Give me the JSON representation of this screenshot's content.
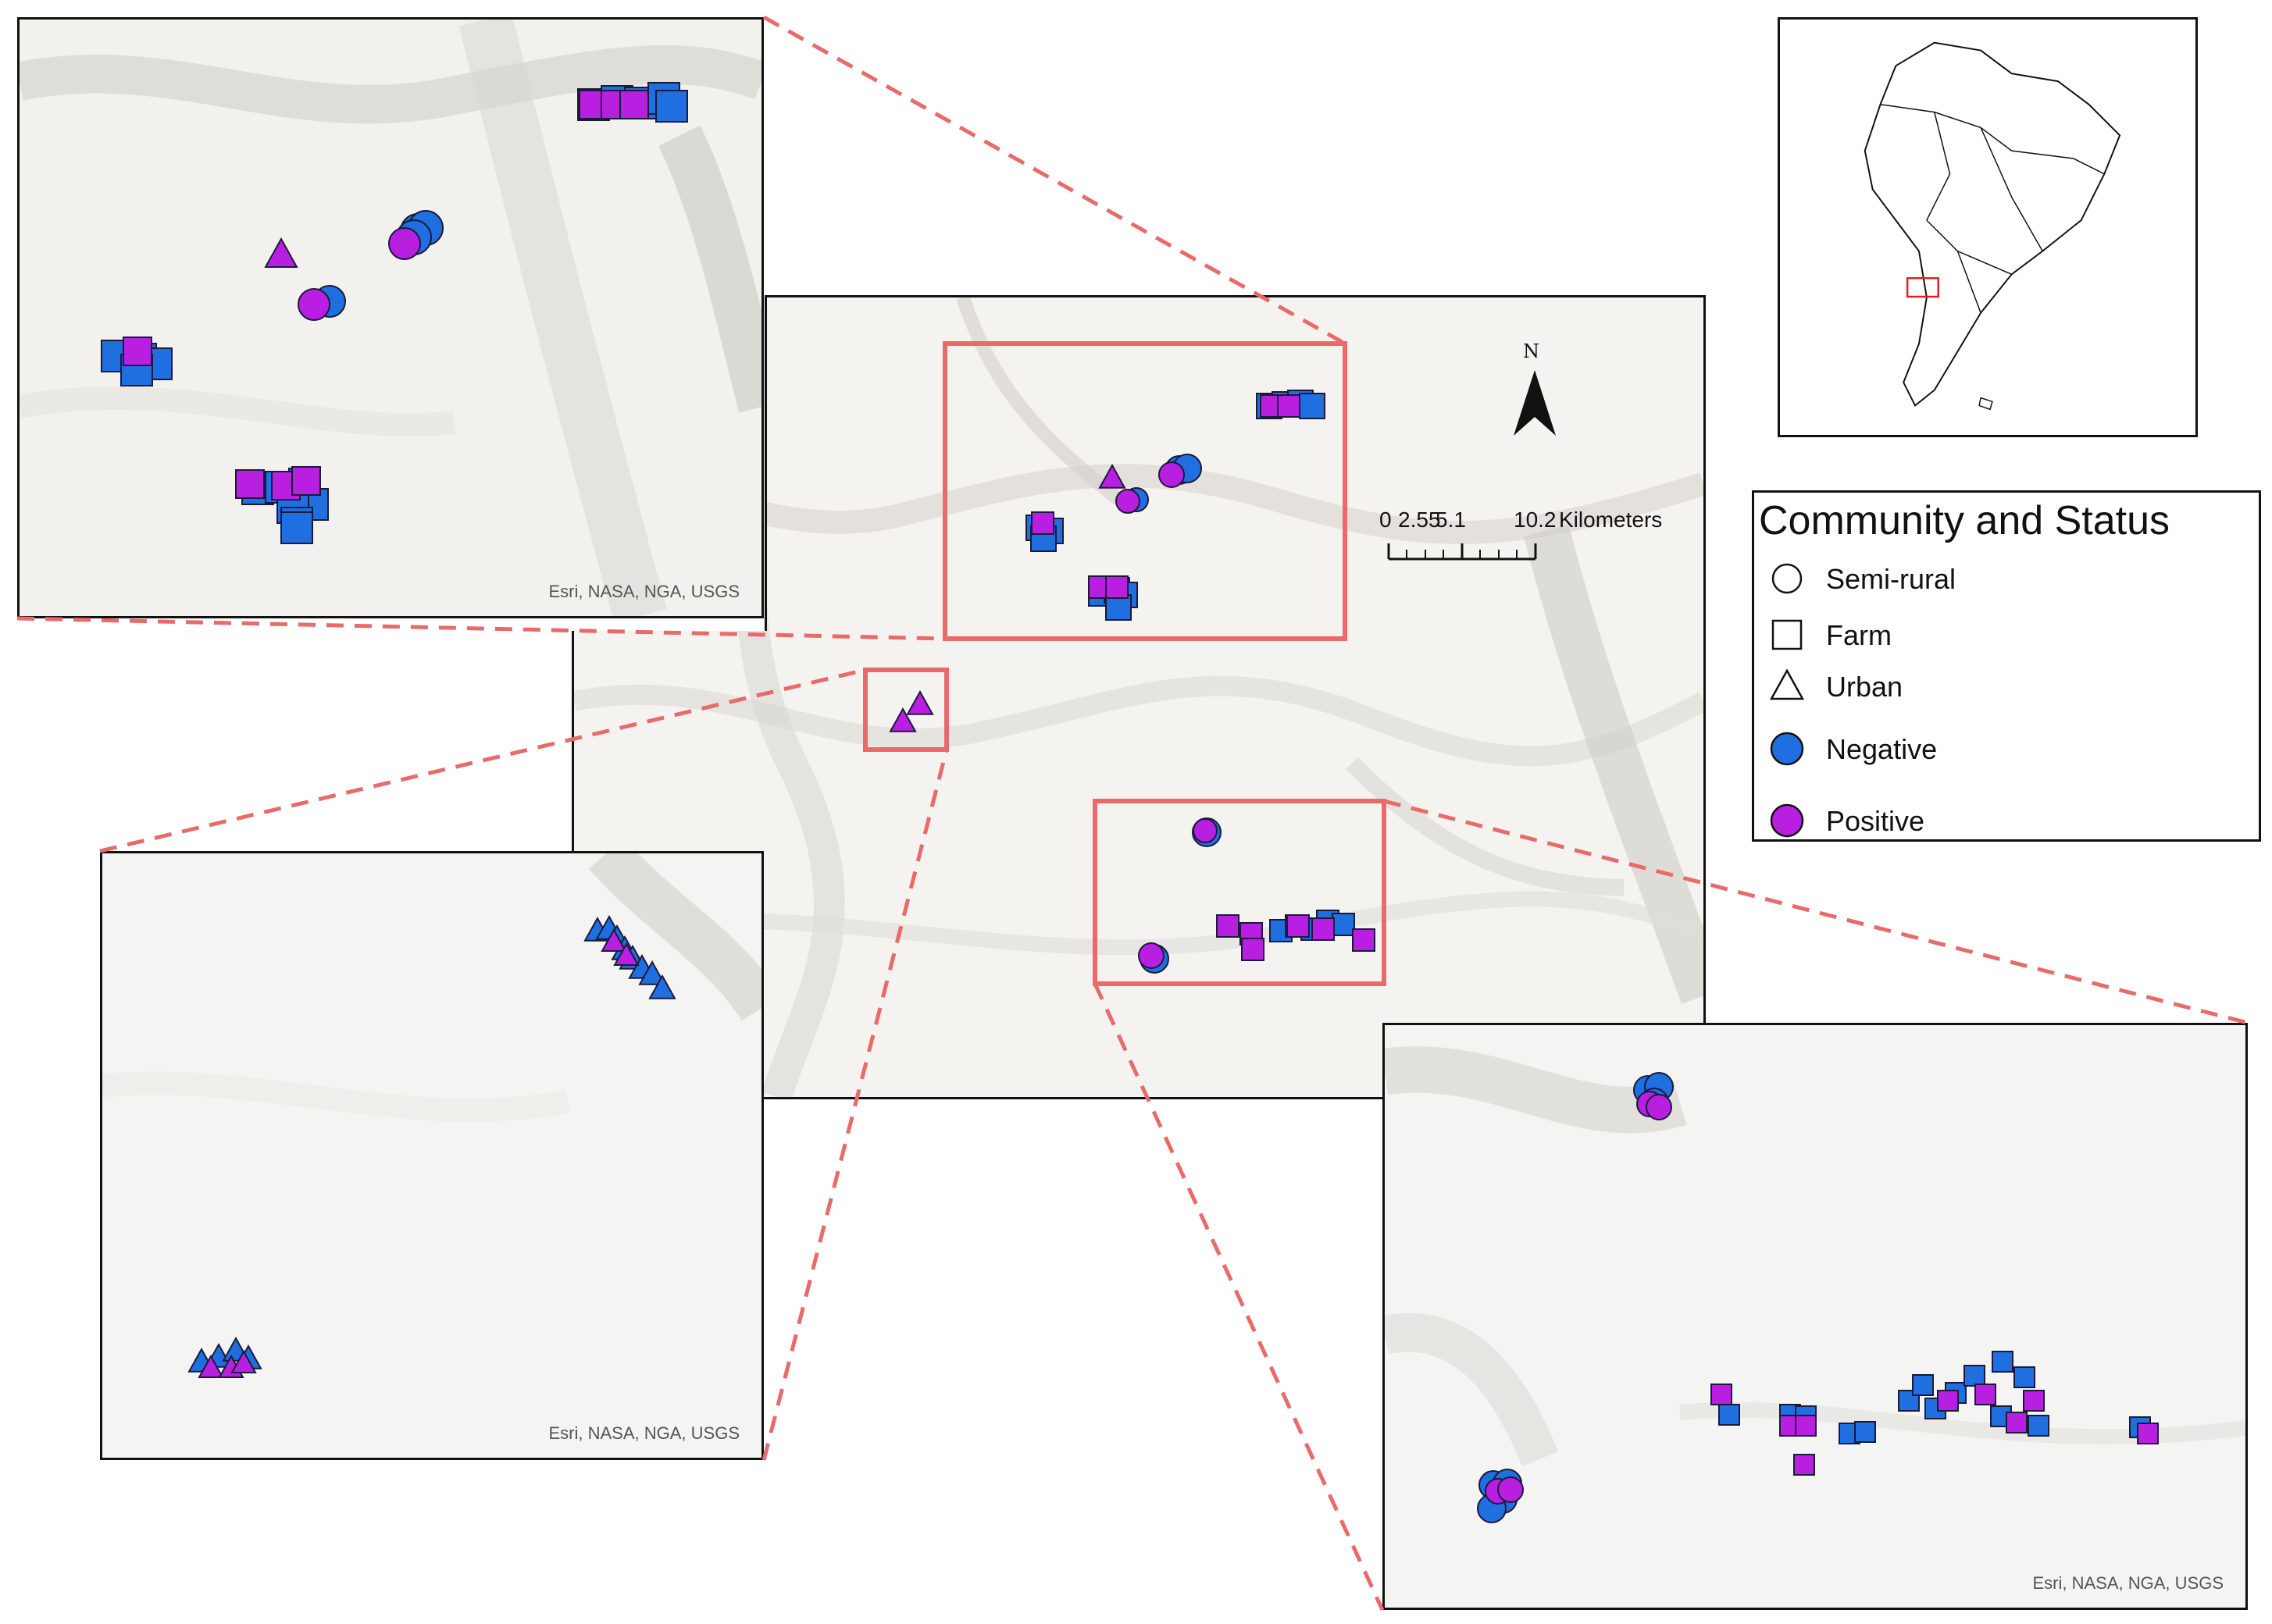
{
  "attribution": "Esri, NASA, NGA, USGS",
  "legend": {
    "title": "Community and Status",
    "items": [
      {
        "label": "Semi-rural",
        "shape": "circle",
        "fill": "none"
      },
      {
        "label": "Farm",
        "shape": "square",
        "fill": "none"
      },
      {
        "label": "Urban",
        "shape": "triangle",
        "fill": "none"
      },
      {
        "label": "Negative",
        "shape": "circle",
        "fill": "#1f6fe0"
      },
      {
        "label": "Positive",
        "shape": "circle",
        "fill": "#b81fe0"
      }
    ]
  },
  "scale": {
    "ticks": [
      "0",
      "2.55",
      "5.1",
      "10.2"
    ],
    "unit": "Kilometers"
  },
  "north_arrow": {
    "label": "N"
  },
  "colors": {
    "negative": "#1f6fe0",
    "positive": "#b81fe0",
    "highlight": "#e86a6a",
    "hillshade": "#f3f2ef",
    "locator_box": "#e02020"
  }
}
